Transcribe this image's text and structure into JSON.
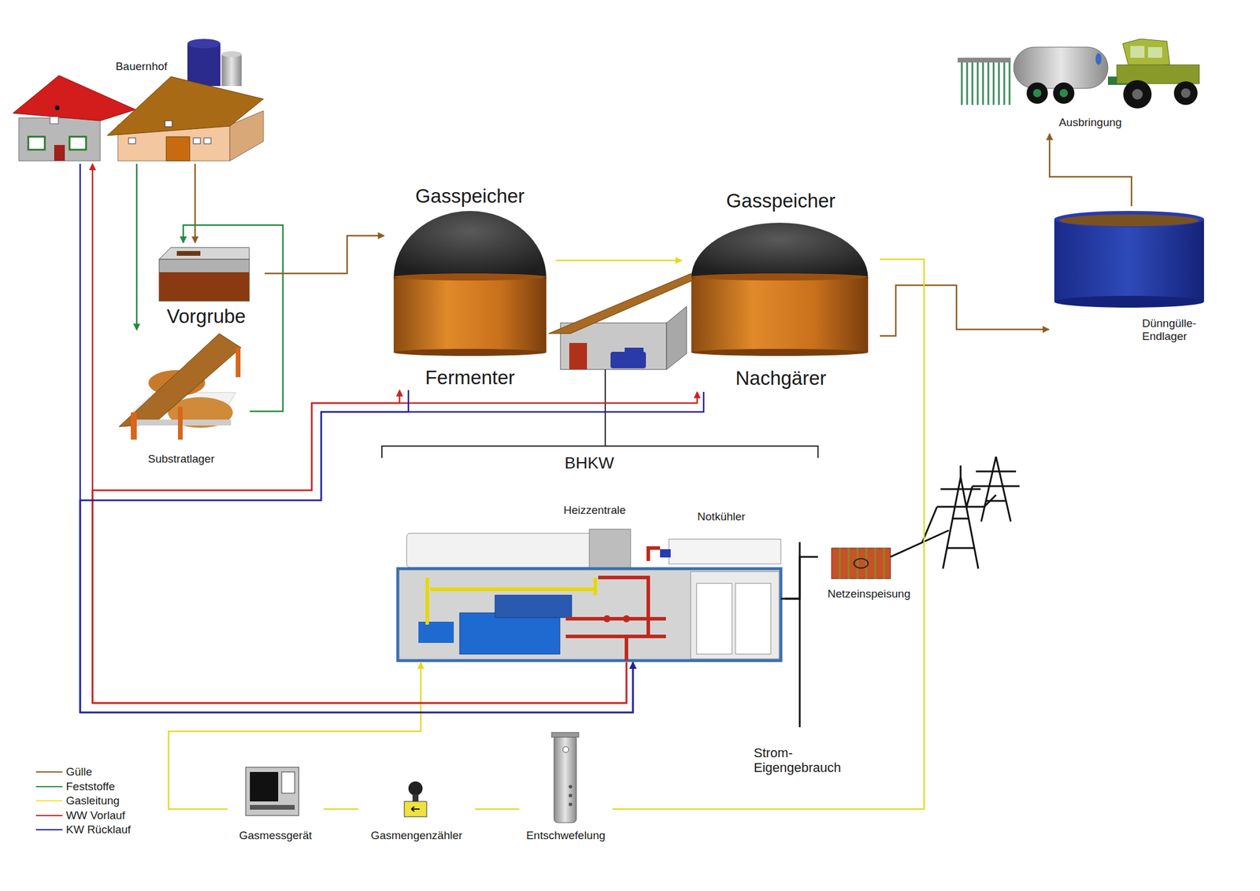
{
  "diagram": {
    "nodes": [
      {
        "text": [
          "Bauernhof"
        ]
      },
      {
        "text": [
          "Vorgrube"
        ]
      },
      {
        "text": [
          "Substratlager"
        ]
      },
      {
        "text": [
          "Gasspeicher",
          "Fermenter"
        ]
      },
      {
        "text": [
          "Gasspeicher",
          "Nachgärer"
        ]
      },
      {
        "text": [
          "Dünngülle- Endlager"
        ]
      },
      {
        "text": [
          "Ausbringung"
        ]
      },
      {
        "text": [
          "BHKW"
        ]
      },
      {
        "text": [
          "Netzeinspeisung"
        ]
      },
      {
        "text": [
          "Gasmessgerät"
        ]
      },
      {
        "text": [
          "Gasmengenzähler"
        ]
      },
      {
        "text": [
          "Entschwefelung"
        ]
      }
    ],
    "edges": [
      {
        "from": 0,
        "to": 1,
        "arrow": "to"
      },
      {
        "from": 0,
        "to": 2,
        "arrow": "to"
      },
      {
        "from": 2,
        "to": 1,
        "arrow": "to"
      },
      {
        "from": 1,
        "to": 3,
        "arrow": "to"
      },
      {
        "from": 3,
        "to": 4,
        "arrow": "to"
      },
      {
        "from": 4,
        "to": 5,
        "arrow": "to"
      },
      {
        "from": 5,
        "to": 6,
        "arrow": "to"
      },
      {
        "from": 4,
        "to": 11,
        "arrow": "none"
      },
      {
        "from": 11,
        "to": 10,
        "arrow": "none"
      },
      {
        "from": 10,
        "to": 9,
        "arrow": "none"
      },
      {
        "from": 9,
        "to": 7,
        "arrow": "to"
      },
      {
        "from": 7,
        "to": 8,
        "arrow": "none"
      },
      {
        "from": 7,
        "to": 0,
        "arrow": "to"
      },
      {
        "from": 7,
        "to": 3,
        "arrow": "to"
      },
      {
        "from": 7,
        "to": 4,
        "arrow": "to"
      },
      {
        "from": 0,
        "to": 7,
        "arrow": "to"
      },
      {
        "from": 3,
        "to": 7,
        "arrow": "to"
      },
      {
        "from": 4,
        "to": 7,
        "arrow": "to"
      }
    ],
    "labels": [
      "Heizzentrale",
      "Notkühler",
      "Strom- Eigengebrauch"
    ],
    "legend": [
      {
        "text": "Gülle",
        "color": "#8b5e20"
      },
      {
        "text": "Feststoffe",
        "color": "#1f8b3a"
      },
      {
        "text": "Gasleitung",
        "color": "#f2e33a"
      },
      {
        "text": "WW Vorlauf",
        "color": "#cc2222"
      },
      {
        "text": "KW Rücklauf",
        "color": "#22229a"
      }
    ]
  }
}
